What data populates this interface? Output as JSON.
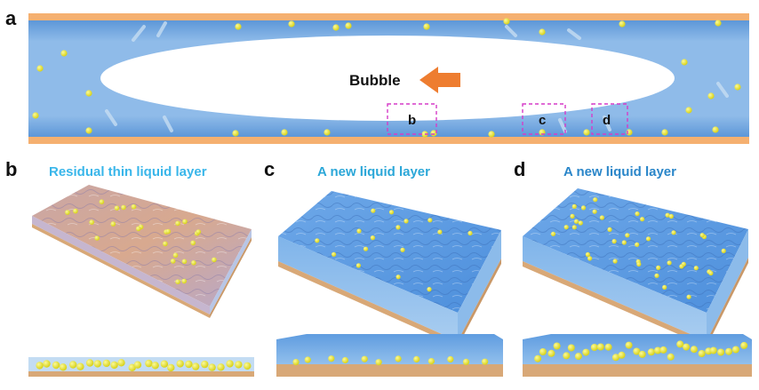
{
  "panel_a": {
    "letter": "a",
    "bubble_label": "Bubble",
    "arrow_icon": "left-arrow-icon",
    "box_labels": [
      "b",
      "c",
      "d"
    ]
  },
  "panel_b": {
    "letter": "b",
    "title": "Residual thin liquid layer"
  },
  "panel_c": {
    "letter": "c",
    "title": "A new liquid layer"
  },
  "panel_d": {
    "letter": "d",
    "title": "A new liquid layer"
  },
  "colors": {
    "channel_wall": "#f5b070",
    "liquid": "#6fa6e0",
    "liquid_light": "#a8cdf2",
    "particle": "#f0ec3a",
    "arrow": "#ee7d30",
    "box_border": "#d63cc8",
    "title_b": "#39b6ea",
    "title_c": "#2ba7d8",
    "title_d": "#2a86c9",
    "substrate": "#d8a877"
  }
}
